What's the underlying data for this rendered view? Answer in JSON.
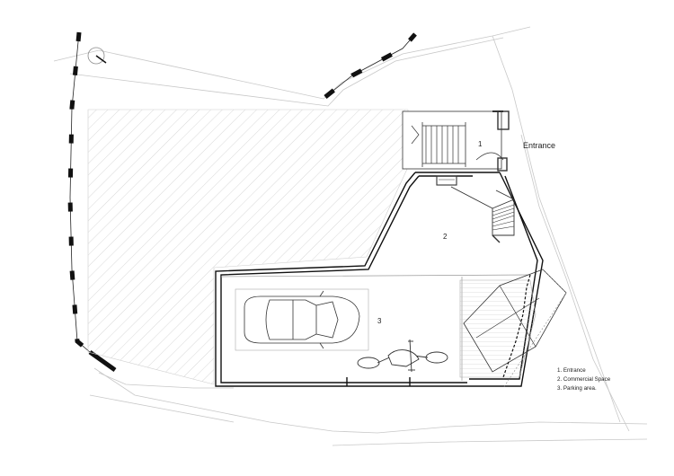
{
  "labels": {
    "entrance_title": "Entrance",
    "room_1": "1",
    "room_2": "2",
    "room_3": "3"
  },
  "legend": {
    "items": [
      "1. Entrance",
      "2. Commercial Space",
      "3. Parking area."
    ]
  },
  "colors": {
    "line": "#222222",
    "light_line": "#bbbbbb",
    "hatch": "#c8c8c8"
  }
}
